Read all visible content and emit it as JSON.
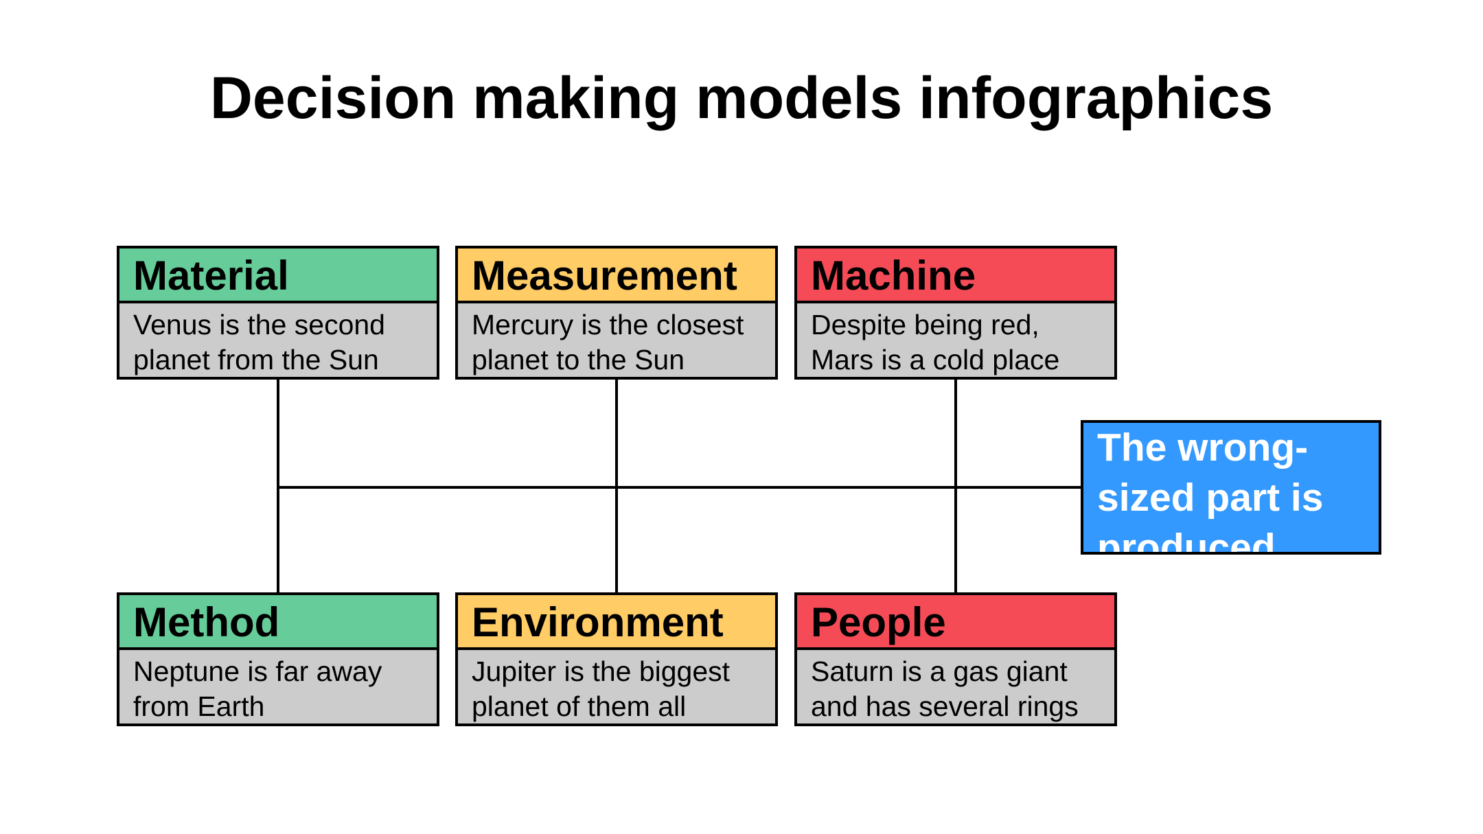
{
  "title": "Decision making models infographics",
  "colors": {
    "green": "#66cc99",
    "yellow": "#ffcc66",
    "red": "#f44b57",
    "blue": "#3399ff",
    "gray": "#cccccc"
  },
  "cards": [
    {
      "label": "Material",
      "color": "#66cc99",
      "lines": [
        "Venus is the second",
        "planet from the Sun"
      ]
    },
    {
      "label": "Measurement",
      "color": "#ffcc66",
      "lines": [
        "Mercury is the closest",
        "planet to the Sun"
      ]
    },
    {
      "label": "Machine",
      "color": "#f44b57",
      "lines": [
        "Despite being red,",
        "Mars is a cold place"
      ]
    },
    {
      "label": "Method",
      "color": "#66cc99",
      "lines": [
        "Neptune is far away",
        "from Earth"
      ]
    },
    {
      "label": "Environment",
      "color": "#ffcc66",
      "lines": [
        "Jupiter is the biggest",
        "planet of them all"
      ]
    },
    {
      "label": "People",
      "color": "#f44b57",
      "lines": [
        "Saturn is a gas giant",
        "and has several rings"
      ]
    }
  ],
  "result": {
    "color": "#3399ff",
    "lines": [
      "The wrong-",
      "sized part is",
      "produced"
    ]
  }
}
